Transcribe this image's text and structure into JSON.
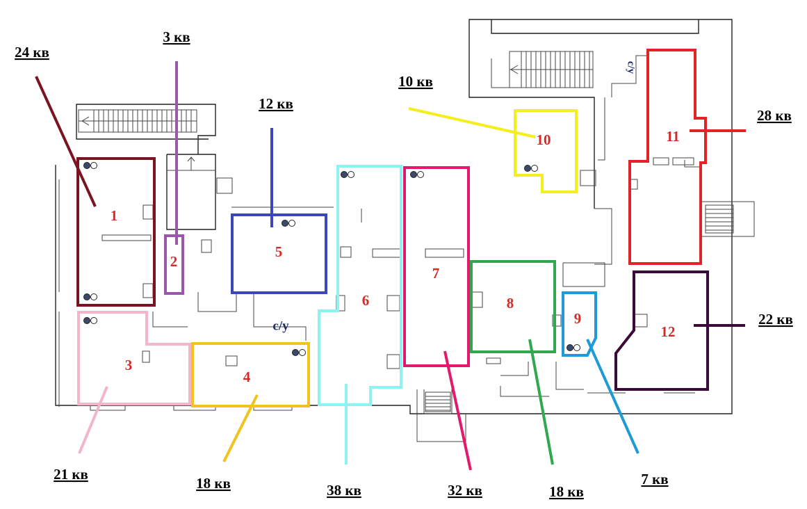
{
  "rooms": [
    {
      "id": "1",
      "label": "1",
      "area": "24 кв",
      "color": "#7b1420"
    },
    {
      "id": "2",
      "label": "2",
      "area": "3 кв",
      "color": "#9b57ad"
    },
    {
      "id": "3",
      "label": "3",
      "area": "21 кв",
      "color": "#f4b5c9"
    },
    {
      "id": "4",
      "label": "4",
      "area": "18 кв",
      "color": "#f2c21e"
    },
    {
      "id": "5",
      "label": "5",
      "area": "12 кв",
      "color": "#3b47b5"
    },
    {
      "id": "6",
      "label": "6",
      "area": "38 кв",
      "color": "#8ef1f2"
    },
    {
      "id": "7",
      "label": "7",
      "area": "32 кв",
      "color": "#e4196e"
    },
    {
      "id": "8",
      "label": "8",
      "area": "18 кв",
      "color": "#2fa84f"
    },
    {
      "id": "9",
      "label": "9",
      "area": "7 кв",
      "color": "#1e9ad6"
    },
    {
      "id": "10",
      "label": "10",
      "area": "10 кв",
      "color": "#f3ee1c"
    },
    {
      "id": "11",
      "label": "11",
      "area": "28 кв",
      "color": "#e02428"
    },
    {
      "id": "12",
      "label": "12",
      "area": "22 кв",
      "color": "#3a0a3a"
    }
  ],
  "wc_label": "с/у",
  "wc_label_vertical": "с/у",
  "icons": {
    "socket": "socket-icon",
    "stairs": "stairs-icon"
  }
}
